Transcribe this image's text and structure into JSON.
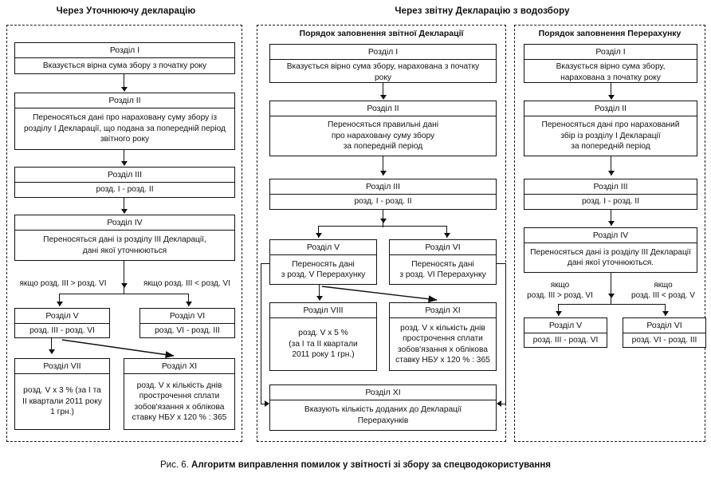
{
  "figure": {
    "caption_prefix": "Рис. 6.",
    "caption_text": "Алгоритм виправлення помилок у звітності зі збору за спецводокористування"
  },
  "columns": {
    "left": {
      "title": "Через Уточнюючу декларацію",
      "boxes": [
        {
          "header": "Розділ  I",
          "body": "Вказується вірна сума збору з початку року"
        },
        {
          "header": "Розділ  II",
          "body": "Переносяться дані про нараховану суму збору із\nрозділу І Декларації, що подана за попередній період\nзвітного року"
        },
        {
          "header": "Розділ  III",
          "body": "розд. І - розд. ІІ"
        },
        {
          "header": "Розділ  IV",
          "body": "Переносяться дані із розділу ІІІ Декларації,\nдані якої уточнюються"
        },
        {
          "header": "Розділ  V",
          "body": "розд. ІІІ - розд. VІ"
        },
        {
          "header": "Розділ  VI",
          "body": "розд. VІ - розд. ІІІ"
        },
        {
          "header": "Розділ  VII",
          "body": "розд. V x 3 % (за I та\nII квартали 2011 року\n1 грн.)"
        },
        {
          "header": "Розділ  XI",
          "body": "розд. V x кількість днів\nпрострочення сплати\nзобов'язання х облікова\nставку НБУ х 120 % : 365"
        }
      ],
      "conditions": {
        "left": "якщо розд. ІІІ > розд. VІ",
        "right": "якщо розд. ІІІ < розд. VІ"
      }
    },
    "right_group": {
      "title": "Через звітну Декларацію з водозбору",
      "middle": {
        "subtitle": "Порядок заповнення  звітної Декларації",
        "boxes": [
          {
            "header": "Розділ  I",
            "body": "Вказується вірно сума збору, нарахована з початку\nроку"
          },
          {
            "header": "Розділ  II",
            "body": "Переносяться правильні дані\nпро нараховану суму збору\nза попередній період"
          },
          {
            "header": "Розділ  III",
            "body": "розд. І - розд. ІІ"
          },
          {
            "header": "Розділ  V",
            "body": "Переносять дані\nз розд. V Перерахунку"
          },
          {
            "header": "Розділ  VI",
            "body": "Переносять дані\nз розд. VI Перерахунку"
          },
          {
            "header": "Розділ  VIII",
            "body": "розд. V x 5 %\n(за I та II квартали\n2011 року 1 грн.)"
          },
          {
            "header": "Розділ  XI",
            "body": "розд. V x кількість днів\nпрострочення сплати\nзобов'язання х облікова\nставку НБУ х 120 % : 365"
          },
          {
            "header": "Розділ  XI",
            "body": "Вказують кількість доданих до Декларації\nПерерахунків"
          }
        ]
      },
      "recalc": {
        "subtitle": "Порядок заповнення Перерахунку",
        "boxes": [
          {
            "header": "Розділ  I",
            "body": "Вказується вірно сума збору,\nнарахована з початку року"
          },
          {
            "header": "Розділ  II",
            "body": "Переносяться дані про нарахований\nзбір із розділу І Декларації\nза попередній період"
          },
          {
            "header": "Розділ  III",
            "body": "розд. І - розд. ІІ"
          },
          {
            "header": "Розділ  IV",
            "body": "Переносяться дані із розділу ІІІ Декларації\nдані якої уточнюються."
          },
          {
            "header": "Розділ  V",
            "body": "розд. ІІІ - розд. VІ"
          },
          {
            "header": "Розділ  VI",
            "body": "розд. VІ - розд. ІІІ"
          }
        ],
        "conditions": {
          "left": "якщо\nрозд. ІІІ > розд. VІ",
          "right": "якщо\nрозд. ІІІ < розд. V"
        }
      }
    }
  },
  "colors": {
    "ink": "#111111",
    "background": "#ffffff"
  }
}
